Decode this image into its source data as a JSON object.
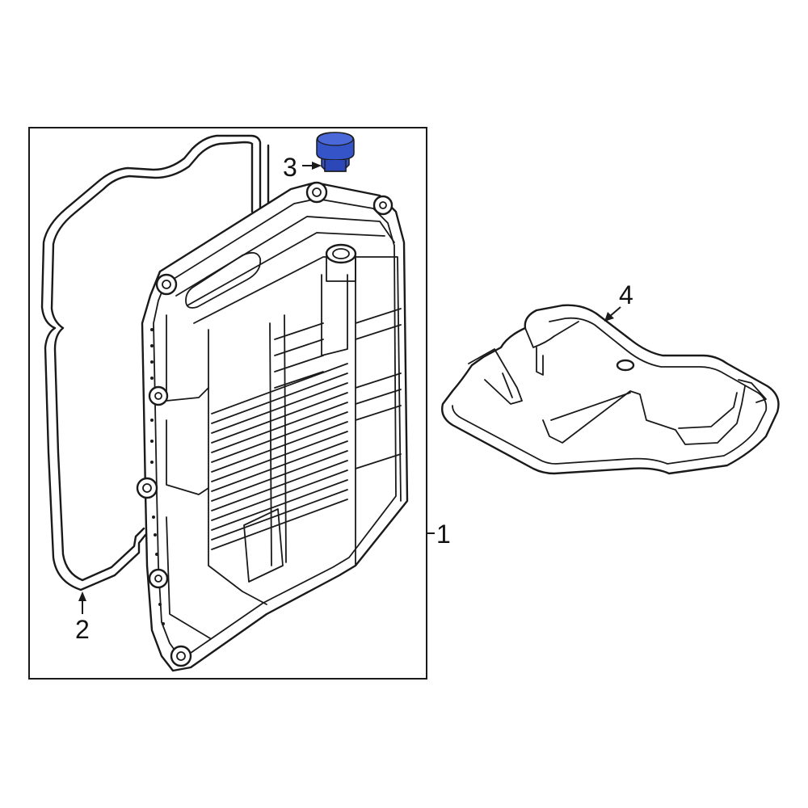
{
  "callouts": {
    "c1": "1",
    "c2": "2",
    "c3": "3",
    "c4": "4"
  },
  "colors": {
    "highlight": "#3554C8",
    "ink": "#1a1a1a"
  }
}
